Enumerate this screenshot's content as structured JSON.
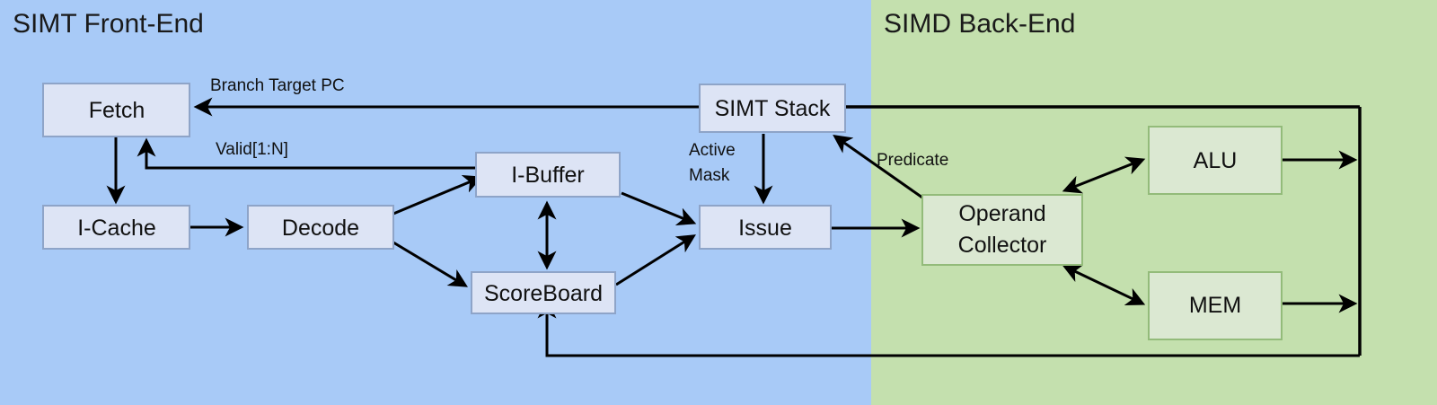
{
  "regions": [
    {
      "id": "front_end",
      "label": "SIMT Front-End",
      "color": "#a8caf7"
    },
    {
      "id": "back_end",
      "label": "SIMD Back-End",
      "color": "#c4e0ae"
    }
  ],
  "nodes": [
    {
      "id": "fetch",
      "label": "Fetch",
      "region": "front_end"
    },
    {
      "id": "icache",
      "label": "I-Cache",
      "region": "front_end"
    },
    {
      "id": "decode",
      "label": "Decode",
      "region": "front_end"
    },
    {
      "id": "ibuffer",
      "label": "I-Buffer",
      "region": "front_end"
    },
    {
      "id": "scoreboard",
      "label": "ScoreBoard",
      "region": "front_end"
    },
    {
      "id": "simt_stack",
      "label": "SIMT Stack",
      "region": "front_end"
    },
    {
      "id": "issue",
      "label": "Issue",
      "region": "front_end"
    },
    {
      "id": "operand_collector",
      "label_line1": "Operand",
      "label_line2": "Collector",
      "region": "back_end"
    },
    {
      "id": "alu",
      "label": "ALU",
      "region": "back_end"
    },
    {
      "id": "mem",
      "label": "MEM",
      "region": "back_end"
    }
  ],
  "edge_labels": [
    {
      "id": "branch_target_pc",
      "text": "Branch Target PC"
    },
    {
      "id": "valid_1_n",
      "text": "Valid[1:N]"
    },
    {
      "id": "active_mask_1",
      "text": "Active"
    },
    {
      "id": "active_mask_2",
      "text": "Mask"
    },
    {
      "id": "predicate",
      "text": "Predicate"
    }
  ],
  "colors": {
    "front_end_bg": "#a8caf7",
    "back_end_bg": "#c4e0ae",
    "blue_node_fill": "#dde4f5",
    "blue_node_stroke": "#8ea4c8",
    "green_node_fill": "#dbe8d2",
    "green_node_stroke": "#93bb7a",
    "edge": "#000000",
    "text": "#111111"
  }
}
